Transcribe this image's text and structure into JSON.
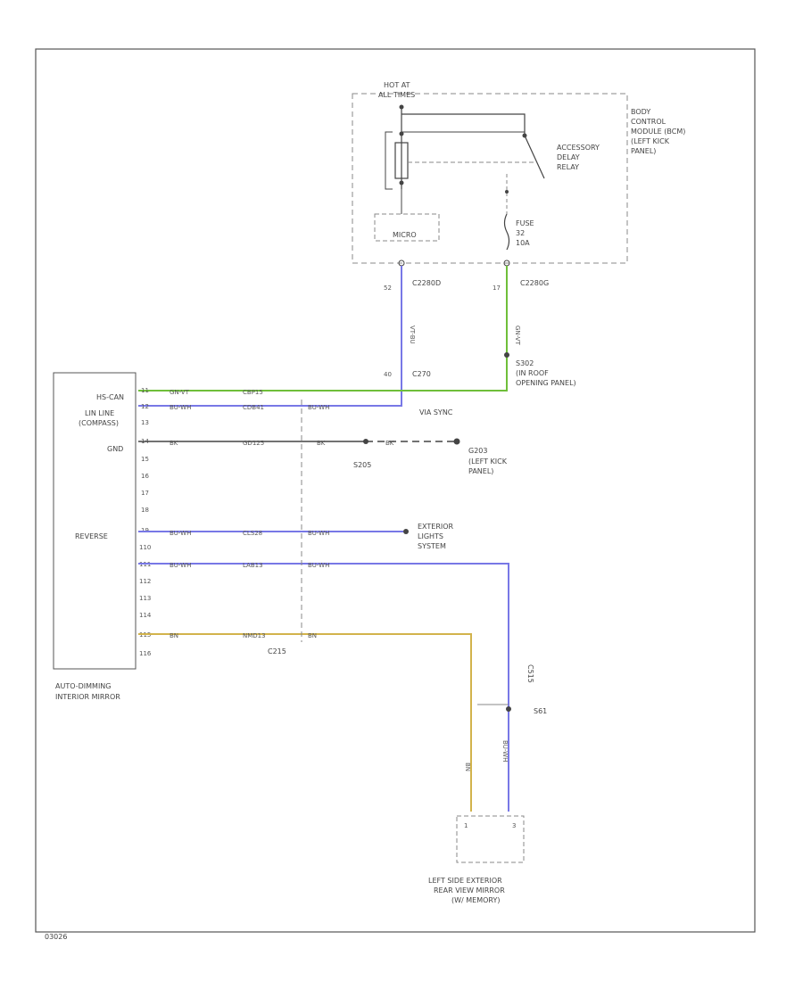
{
  "diagram": {
    "footer_code": "03026",
    "colors": {
      "border": "#555555",
      "dash": "#888888",
      "green": "#6fbf3a",
      "blue": "#7878e6",
      "yellow": "#d2b34c",
      "black": "#444444"
    },
    "power": {
      "hot_at": [
        "HOT AT",
        "ALL TIMES"
      ],
      "bcm_label": [
        "BODY",
        "CONTROL",
        "MODULE (BCM)",
        "(LEFT KICK",
        "PANEL)"
      ],
      "relay_label": [
        "ACCESSORY",
        "DELAY",
        "RELAY"
      ],
      "micro_label": "MICRO",
      "fuse_label": [
        "FUSE",
        "32",
        "10A"
      ]
    },
    "connectors": {
      "c2280_left_pin": "52",
      "c2280_left": "C2280D",
      "c2280_right_pin": "17",
      "c2280_right": "C2280G",
      "c2280_left_wire": "VT-BU",
      "c2280_right_wire": "GN-VT",
      "c270_pin": "40",
      "c270": "C270",
      "s302": "S302",
      "s302_desc": [
        "(IN ROOF",
        "OPENING PANEL)"
      ],
      "s205": "S205",
      "s205_ref": "G203",
      "g203": "G203",
      "g203_desc": [
        "(LEFT KICK",
        "PANEL)"
      ],
      "ext_lights": [
        "EXTERIOR",
        "LIGHTS",
        "SYSTEM"
      ],
      "c215": "C215",
      "c515": "C515",
      "s61": "S61",
      "bottom_pin": "1",
      "bottom_right_pin": "3",
      "via_sync": "VIA SYNC",
      "bottom_left_wire": "BN",
      "bottom_right_wire": "BU-WH"
    },
    "mirror_module": {
      "pin_labels": [
        "HS-CAN",
        "LIN LINE",
        "(COMPASS)",
        "GND",
        "REVERSE"
      ],
      "pins": [
        "11",
        "12",
        "13",
        "14",
        "15",
        "16",
        "17",
        "18",
        "19",
        "110",
        "111",
        "112",
        "113",
        "114",
        "115",
        "116"
      ],
      "name": [
        "AUTO-DIMMING",
        "INTERIOR MIRROR"
      ]
    },
    "wires": [
      {
        "left": "GN-VT",
        "mid": "CBP15",
        "right": ""
      },
      {
        "left": "BU-WH",
        "mid": "CDB41",
        "right": "BU-WH"
      },
      {
        "left": "BK",
        "mid": "GD125",
        "right": "BK",
        "far": "BK"
      },
      {
        "left": "BU-WH",
        "mid": "CLS28",
        "right": "BU-WH"
      },
      {
        "left": "BU-WH",
        "mid": "LAB13",
        "right": "BU-WH"
      },
      {
        "left": "BN",
        "mid": "NMD13",
        "right": "BN"
      }
    ],
    "bottom_mirror": [
      "LEFT SIDE EXTERIOR",
      "REAR VIEW MIRROR",
      "(W/ MEMORY)"
    ]
  }
}
